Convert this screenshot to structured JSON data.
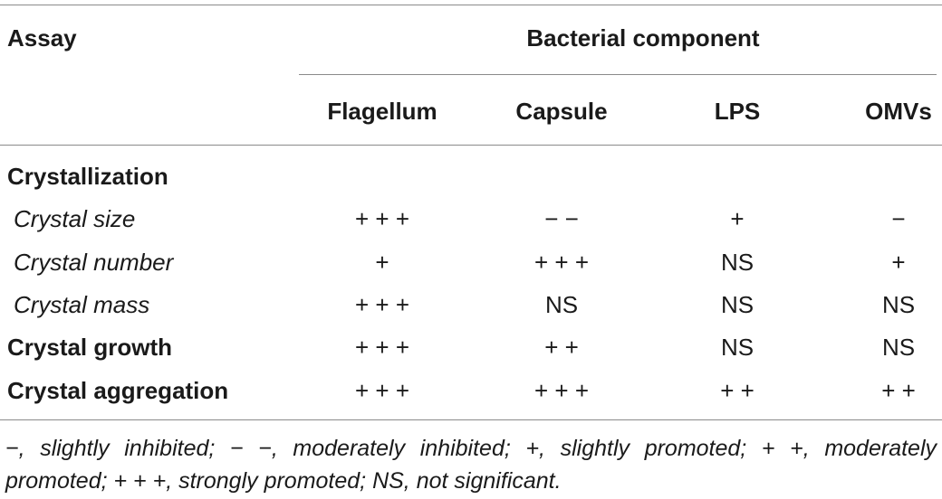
{
  "table": {
    "header": {
      "assay": "Assay",
      "group": "Bacterial component",
      "columns": [
        "Flagellum",
        "Capsule",
        "LPS",
        "OMVs"
      ]
    },
    "rows": [
      {
        "label": "Crystallization",
        "values": [
          "",
          "",
          "",
          ""
        ]
      },
      {
        "label": "Crystal size",
        "values": [
          "+ + +",
          "− −",
          "+",
          "−"
        ]
      },
      {
        "label": "Crystal number",
        "values": [
          "+",
          "+ + +",
          "NS",
          "+"
        ]
      },
      {
        "label": "Crystal mass",
        "values": [
          "+ + +",
          "NS",
          "NS",
          "NS"
        ]
      },
      {
        "label": "Crystal growth",
        "values": [
          "+ + +",
          "+ +",
          "NS",
          "NS"
        ]
      },
      {
        "label": "Crystal aggregation",
        "values": [
          "+ + +",
          "+ + +",
          "+ +",
          "+ +"
        ]
      }
    ]
  },
  "footnote": "−, slightly inhibited; − −, moderately inhibited; +, slightly promoted; + +, moderately promoted; + + +, strongly promoted; NS, not significant."
}
